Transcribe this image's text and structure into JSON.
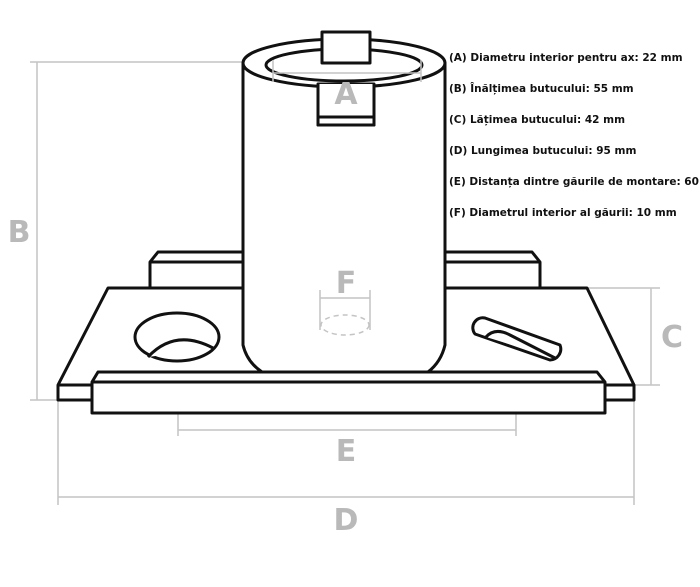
{
  "labels": {
    "A": "A",
    "B": "B",
    "C": "C",
    "D": "D",
    "E": "E",
    "F": "F"
  },
  "specs": [
    "(A) Diametru interior pentru ax: 22 mm",
    "(B) Înălțimea butucului: 55 mm",
    "(C) Lățimea butucului: 42 mm",
    "(D) Lungimea butucului: 95 mm",
    "(E) Distanța dintre găurile de montare: 60 mm",
    "(F) Diametrul interior al găurii: 10 mm"
  ],
  "colors": {
    "outline": "#111111",
    "dimension": "#c4c4c4",
    "label": "#b9b9b9"
  }
}
